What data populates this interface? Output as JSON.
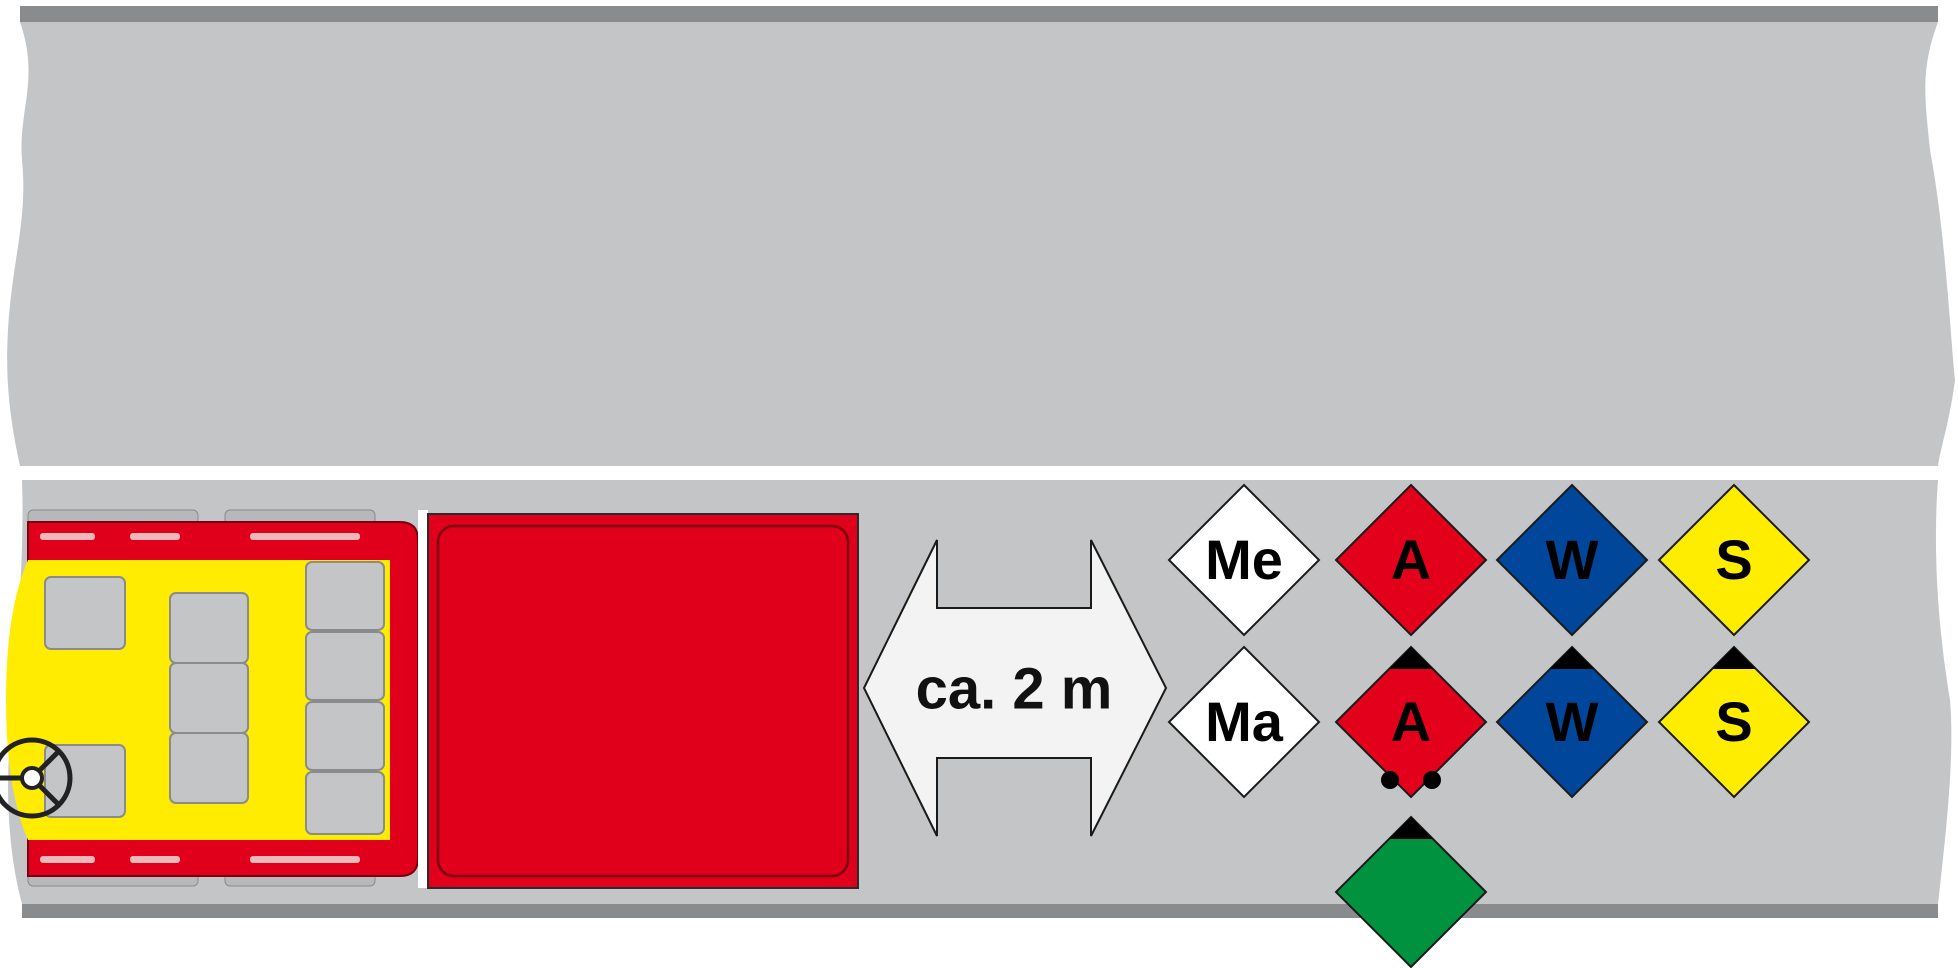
{
  "distance": {
    "label": "ca. 2 m"
  },
  "colors": {
    "road": "#c4c5c7",
    "road_edge": "#8a8b8d",
    "lane_marking": "#ffffff",
    "vehicle_red": "#e0001b",
    "vehicle_yellow": "#ffec00",
    "arrow_fill": "#f3f3f3",
    "sign_white": "#ffffff",
    "sign_red": "#e3001b",
    "sign_blue": "#00469b",
    "sign_yellow": "#ffed00",
    "sign_green": "#00923f",
    "outline": "#1a1a1a"
  },
  "signs_top_row": [
    {
      "label": "Me",
      "color": "white"
    },
    {
      "label": "A",
      "color": "red"
    },
    {
      "label": "W",
      "color": "blue"
    },
    {
      "label": "S",
      "color": "yellow"
    }
  ],
  "signs_bottom_row": [
    {
      "label": "Ma",
      "color": "white",
      "marker": "none"
    },
    {
      "label": "A",
      "color": "red",
      "marker": "triangle"
    },
    {
      "label": "W",
      "color": "blue",
      "marker": "triangle"
    },
    {
      "label": "S",
      "color": "yellow",
      "marker": "triangle"
    }
  ],
  "extra_sign": {
    "color": "green",
    "marker": "triangle-with-two-dots"
  }
}
